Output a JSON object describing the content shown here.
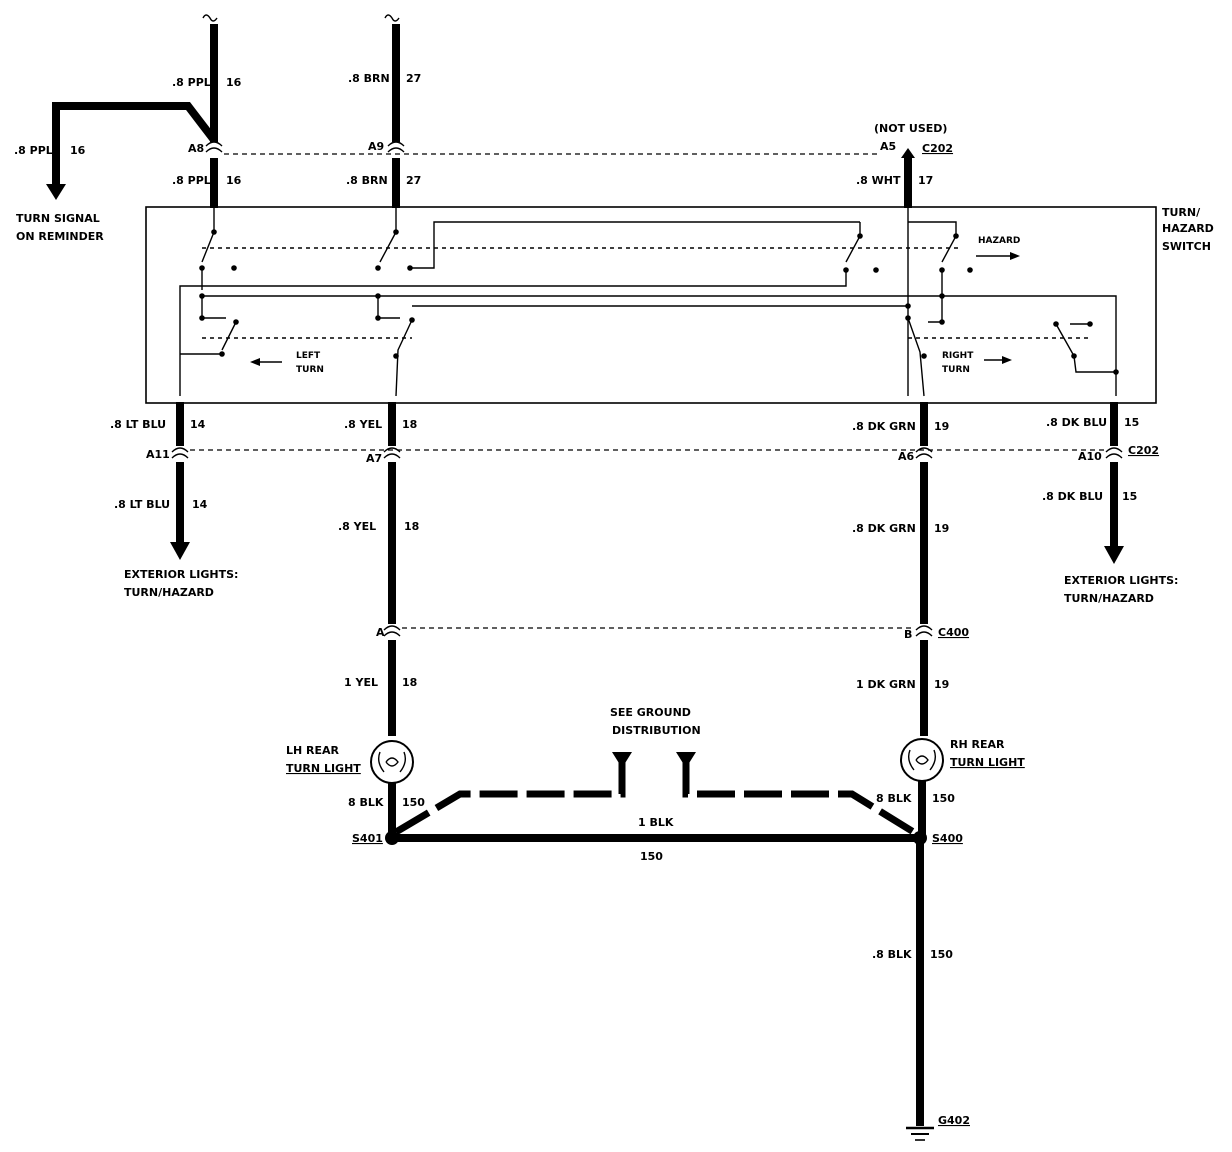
{
  "wires": {
    "ppl_top_gauge": ".8 PPL",
    "ppl_top_circuit": "16",
    "brn_top_gauge": ".8 BRN",
    "brn_top_circuit": "27",
    "ppl_side_gauge": ".8 PPL",
    "ppl_side_circuit": "16",
    "ppl_low_gauge": ".8 PPL",
    "ppl_low_circuit": "16",
    "brn_low_gauge": ".8 BRN",
    "brn_low_circuit": "27",
    "wht_gauge": ".8 WHT",
    "wht_circuit": "17",
    "ltblu_up_gauge": ".8 LT BLU",
    "ltblu_up_circuit": "14",
    "yel_up_gauge": ".8 YEL",
    "yel_up_circuit": "18",
    "dkgrn_up_gauge": ".8 DK GRN",
    "dkgrn_up_circuit": "19",
    "dkblu_up_gauge": ".8 DK BLU",
    "dkblu_up_circuit": "15",
    "ltblu_low_gauge": ".8 LT BLU",
    "ltblu_low_circuit": "14",
    "yel_mid_gauge": ".8 YEL",
    "yel_mid_circuit": "18",
    "dkgrn_mid_gauge": ".8 DK GRN",
    "dkgrn_mid_circuit": "19",
    "dkblu_low_gauge": ".8 DK BLU",
    "dkblu_low_circuit": "15",
    "yel_low_gauge": "1 YEL",
    "yel_low_circuit": "18",
    "dkgrn_low_gauge": "1 DK GRN",
    "dkgrn_low_circuit": "19",
    "blk_left_gauge": "8 BLK",
    "blk_left_circuit": "150",
    "blk_right_gauge": "8 BLK",
    "blk_right_circuit": "150",
    "blk_bus_gauge": "1 BLK",
    "blk_bus_circuit": "150",
    "blk_ground_gauge": ".8 BLK",
    "blk_ground_circuit": "150"
  },
  "connectors": {
    "a8": "A8",
    "a9": "A9",
    "a5": "A5",
    "c202_top": "C202",
    "not_used": "(NOT USED)",
    "a11": "A11",
    "a7": "A7",
    "a6": "A6",
    "a10": "A10",
    "c202_bottom": "C202",
    "a": "A",
    "b": "B",
    "c400": "C400"
  },
  "components": {
    "switch_line1": "TURN/",
    "switch_line2": "HAZARD",
    "switch_line3": "SWITCH",
    "hazard": "HAZARD",
    "left_turn_line1": "LEFT",
    "left_turn_line2": "TURN",
    "right_turn_line1": "RIGHT",
    "right_turn_line2": "TURN",
    "lh_lamp_line1": "LH REAR",
    "lh_lamp_line2": "TURN LIGHT",
    "rh_lamp_line1": "RH REAR",
    "rh_lamp_line2": "TURN LIGHT"
  },
  "destinations": {
    "reminder_line1": "TURN SIGNAL",
    "reminder_line2": "ON REMINDER",
    "ext_left_line1": "EXTERIOR LIGHTS:",
    "ext_left_line2": "TURN/HAZARD",
    "ext_right_line1": "EXTERIOR LIGHTS:",
    "ext_right_line2": "TURN/HAZARD",
    "ground_line1": "SEE GROUND",
    "ground_line2": "DISTRIBUTION"
  },
  "splices": {
    "s401": "S401",
    "s400": "S400",
    "g402": "G402"
  }
}
